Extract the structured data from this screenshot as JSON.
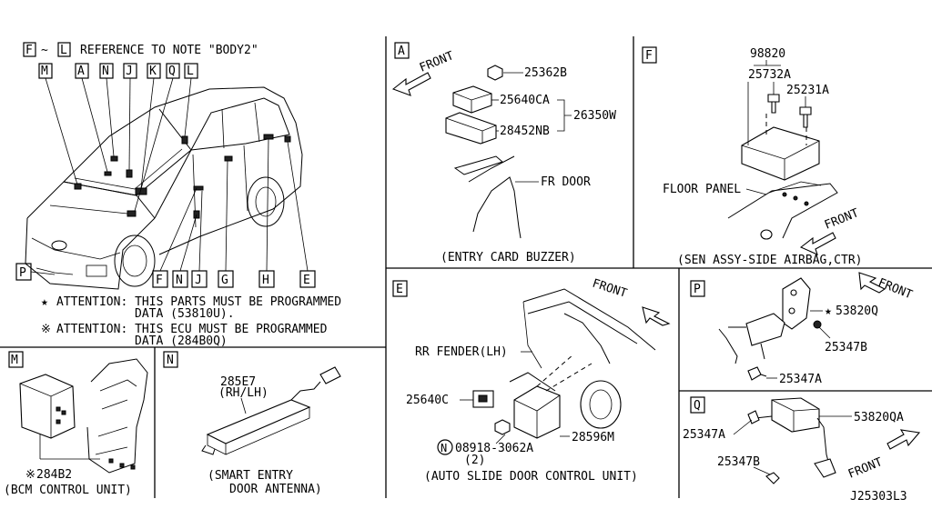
{
  "figure_id": "J25303L3",
  "overview": {
    "ref_range_from": "F",
    "ref_tilde": "~",
    "ref_range_to": "L",
    "ref_note": "REFERENCE TO NOTE \"BODY2\"",
    "callouts_top": [
      "M",
      "A",
      "N",
      "J",
      "K",
      "Q",
      "L"
    ],
    "callouts_bottom": [
      "P",
      "F",
      "N",
      "J",
      "G",
      "H",
      "E"
    ],
    "attention_1_mark": "★",
    "attention_1_line1": "ATTENTION: THIS PARTS MUST BE PROGRAMMED",
    "attention_1_line2": "DATA (53810U).",
    "attention_2_mark": "※",
    "attention_2_line1": "ATTENTION: THIS ECU MUST BE PROGRAMMED",
    "attention_2_line2": "DATA (284B0Q)"
  },
  "panel_a": {
    "letter": "A",
    "front": "FRONT",
    "part_1": "25362B",
    "part_2": "25640CA",
    "part_3": "28452NB",
    "part_group": "26350W",
    "door_label": "FR DOOR",
    "caption": "(ENTRY CARD BUZZER)"
  },
  "panel_f": {
    "letter": "F",
    "part_top": "98820",
    "part_1": "25732A",
    "part_2": "25231A",
    "floor_label": "FLOOR PANEL",
    "front": "FRONT",
    "caption": "(SEN ASSY-SIDE AIRBAG,CTR)"
  },
  "panel_e": {
    "letter": "E",
    "front": "FRONT",
    "fender_label": "RR FENDER(LH)",
    "part_1": "25640C",
    "nut_mark": "N",
    "part_2": "08918-3062A",
    "part_2_qty": "(2)",
    "part_3": "28596M",
    "caption": "(AUTO SLIDE DOOR CONTROL UNIT)"
  },
  "panel_p": {
    "letter": "P",
    "star": "★",
    "part_1": "53820Q",
    "part_2": "25347B",
    "part_3": "25347A",
    "front": "FRONT"
  },
  "panel_q": {
    "letter": "Q",
    "part_1": "25347A",
    "part_2": "53820QA",
    "part_3": "25347B",
    "front": "FRONT"
  },
  "panel_m": {
    "letter": "M",
    "part_mark": "※",
    "part_1": "284B2",
    "caption": "(BCM CONTROL UNIT)"
  },
  "panel_n": {
    "letter": "N",
    "part_1": "285E7",
    "part_1_side": "(RH/LH)",
    "caption_1": "(SMART ENTRY",
    "caption_2": "DOOR ANTENNA)"
  }
}
